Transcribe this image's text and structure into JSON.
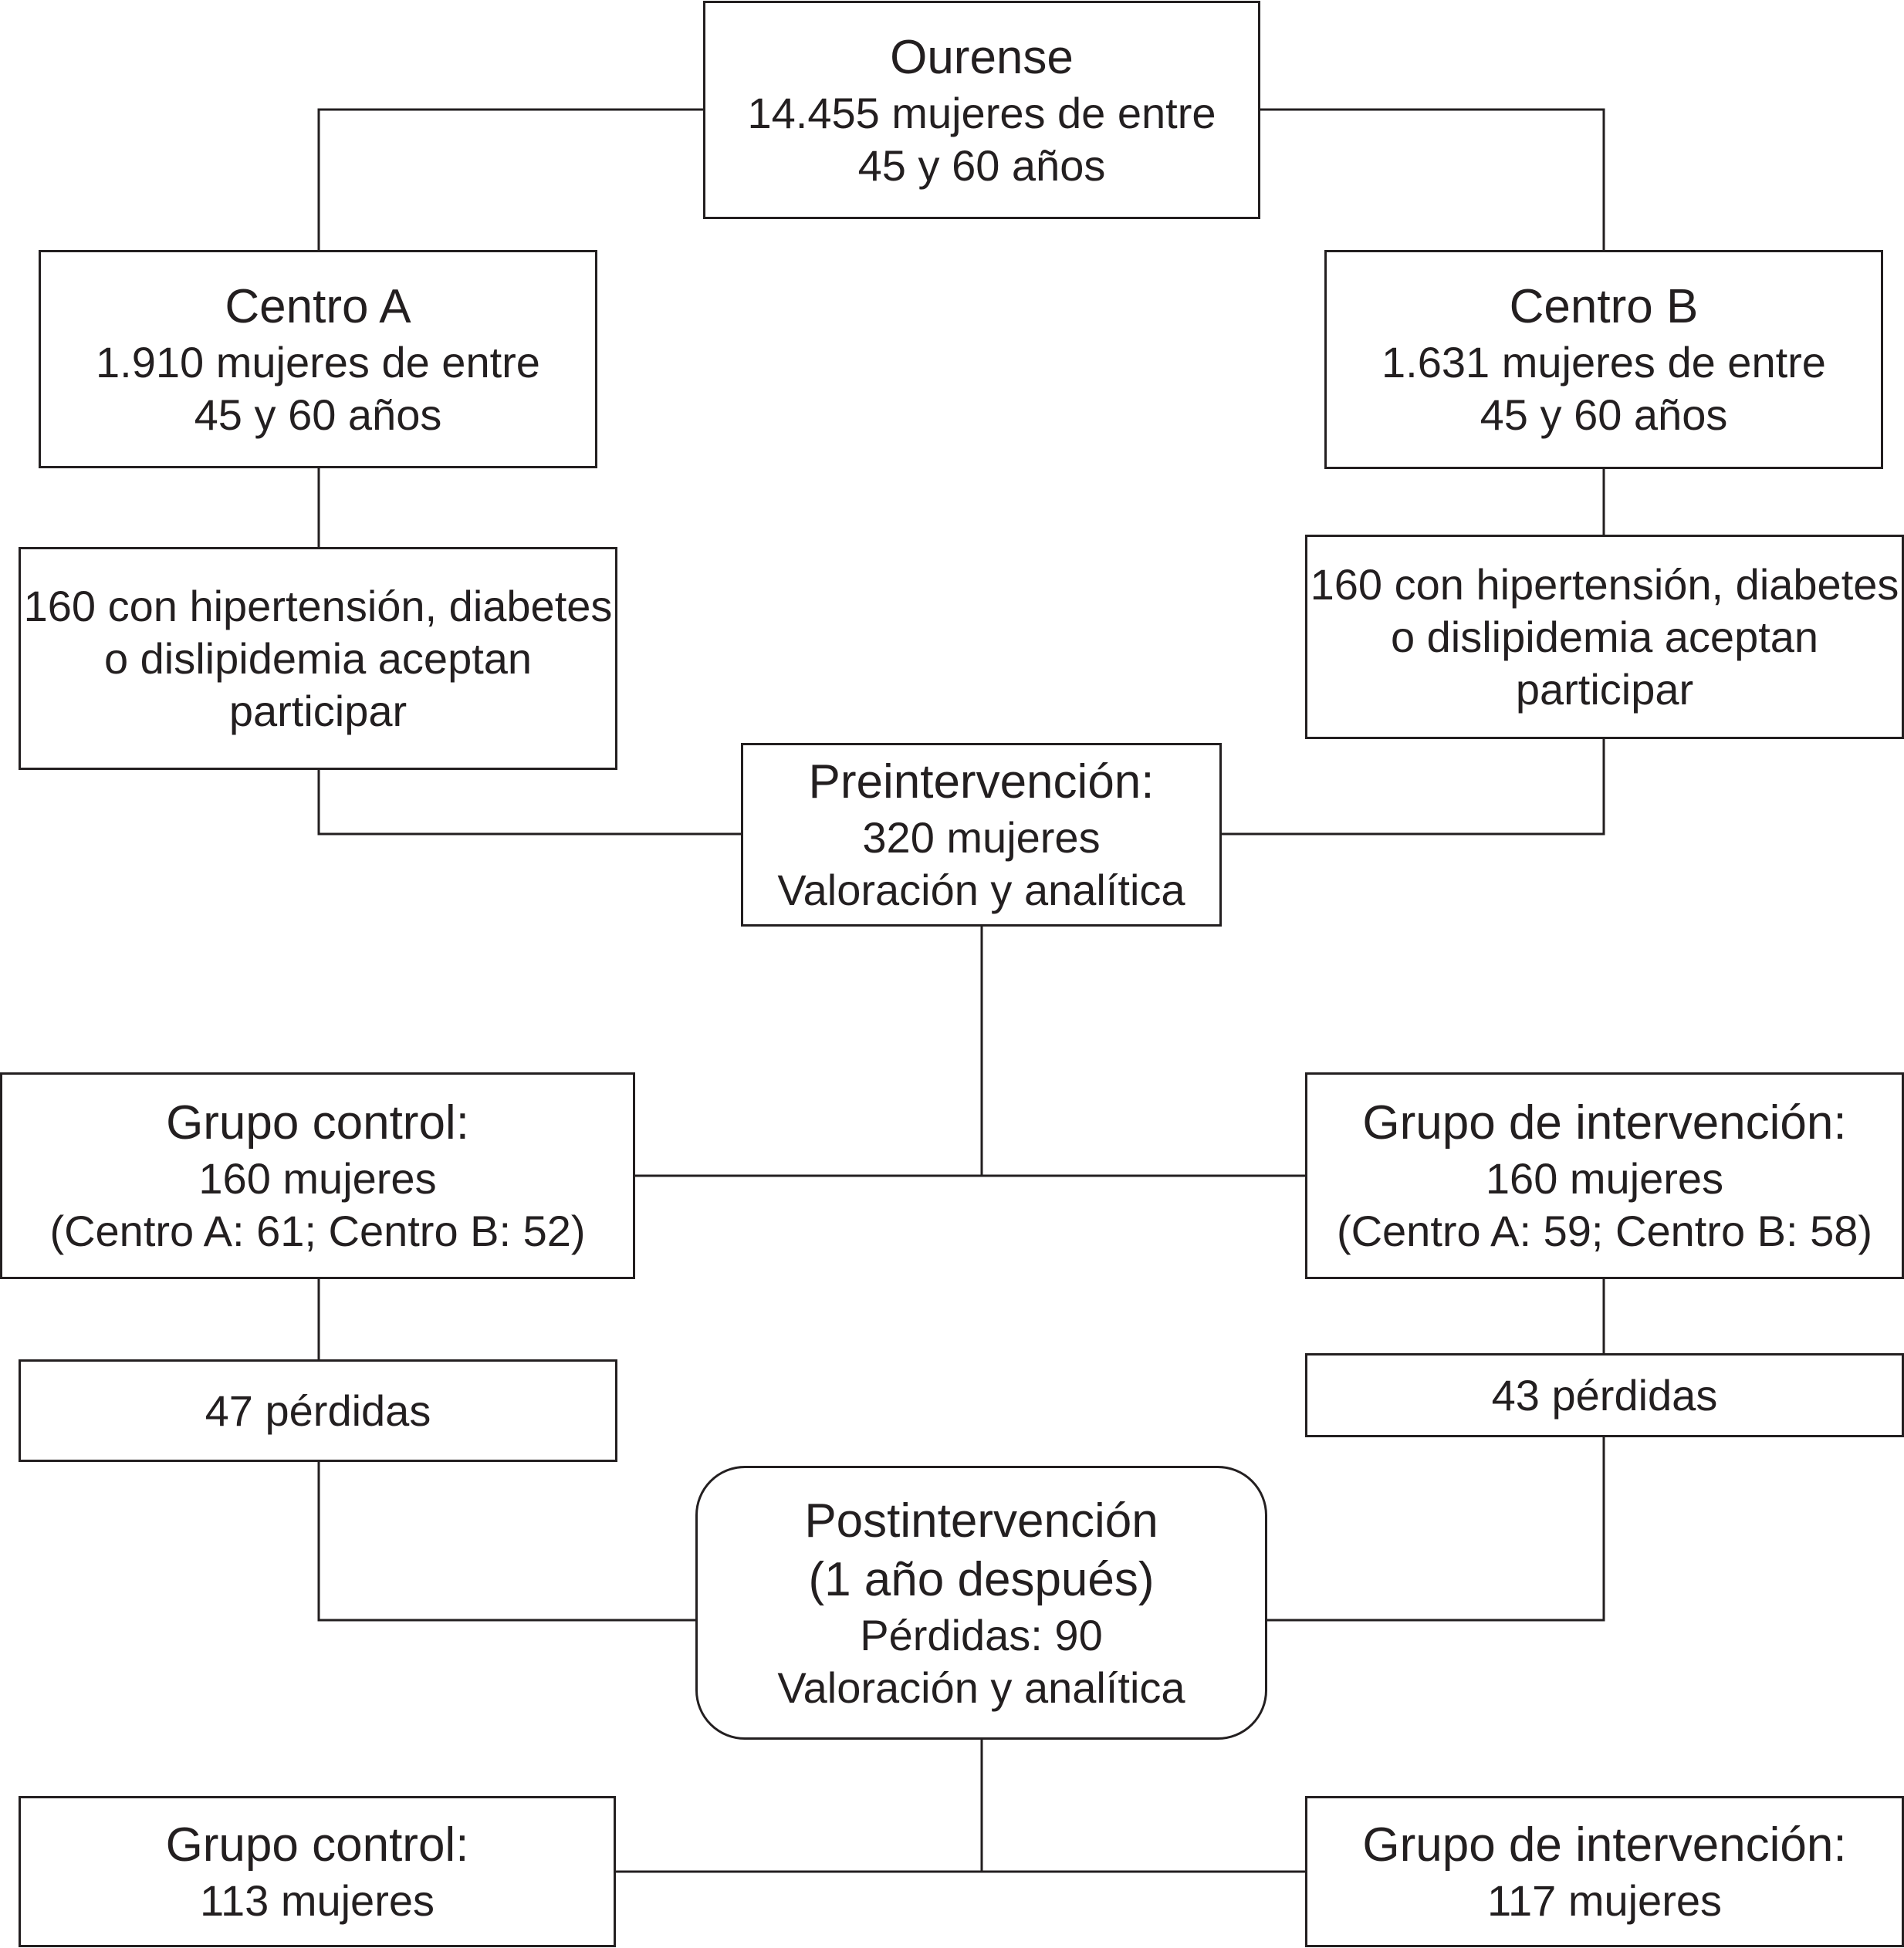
{
  "nodes": {
    "ourense": {
      "title": "Ourense",
      "line1": "14.455 mujeres de entre",
      "line2": "45 y 60 años"
    },
    "centro_a": {
      "title": "Centro A",
      "line1": "1.910 mujeres de entre",
      "line2": "45 y 60 años"
    },
    "centro_b": {
      "title": "Centro B",
      "line1": "1.631 mujeres de entre",
      "line2": "45 y 60 años"
    },
    "participantes_a": {
      "line1": "160 con hipertensión, diabetes",
      "line2": "o dislipidemia aceptan",
      "line3": "participar"
    },
    "participantes_b": {
      "line1": "160 con hipertensión, diabetes",
      "line2": "o dislipidemia aceptan",
      "line3": "participar"
    },
    "preintervencion": {
      "title": "Preintervención:",
      "line1": "320 mujeres",
      "line2": "Valoración y analítica"
    },
    "grupo_control": {
      "title": "Grupo control:",
      "line1": "160 mujeres",
      "line2": "(Centro A: 61; Centro B: 52)"
    },
    "grupo_intervencion": {
      "title": "Grupo de intervención:",
      "line1": "160 mujeres",
      "line2": "(Centro A: 59; Centro B: 58)"
    },
    "perdidas_control": {
      "line1": "47 pérdidas"
    },
    "perdidas_intervencion": {
      "line1": "43 pérdidas"
    },
    "postintervencion": {
      "title": "Postintervención",
      "line1": "(1 año después)",
      "line2": "Pérdidas: 90",
      "line3": "Valoración y analítica"
    },
    "control_final": {
      "title": "Grupo control:",
      "line1": "113 mujeres"
    },
    "intervencion_final": {
      "title": "Grupo de intervención:",
      "line1": "117 mujeres"
    }
  },
  "colors": {
    "line": "#231f20",
    "background": "#ffffff"
  }
}
